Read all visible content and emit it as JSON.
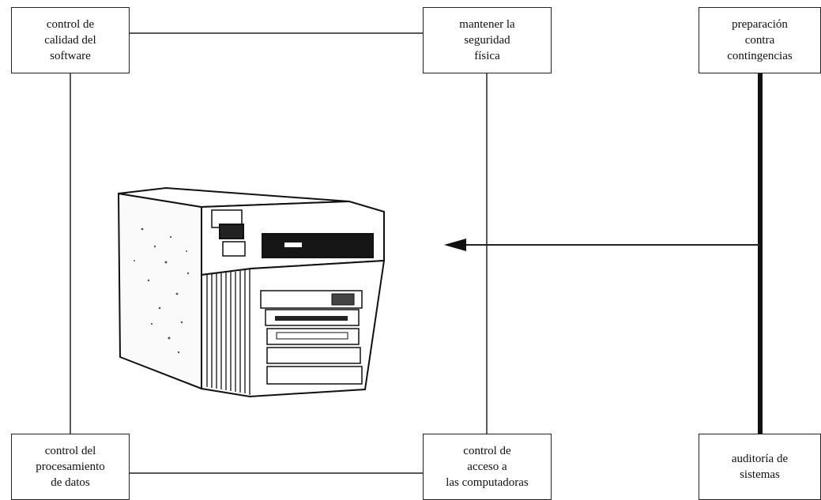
{
  "nodes": {
    "software_quality": "control de\ncalidad del\nsoftware",
    "physical_security": "mantener la\nseguridad\nfísica",
    "contingency": "preparación\ncontra\ncontingencias",
    "data_processing": "control del\nprocesamiento\nde datos",
    "computer_access": "control de\nacceso a\nlas computadoras",
    "systems_audit": "auditoría de\nsistemas"
  },
  "illustration": {
    "icon": "computer-server-icon"
  },
  "colors": {
    "line": "#222222",
    "box_border": "#222222",
    "background": "#ffffff"
  }
}
